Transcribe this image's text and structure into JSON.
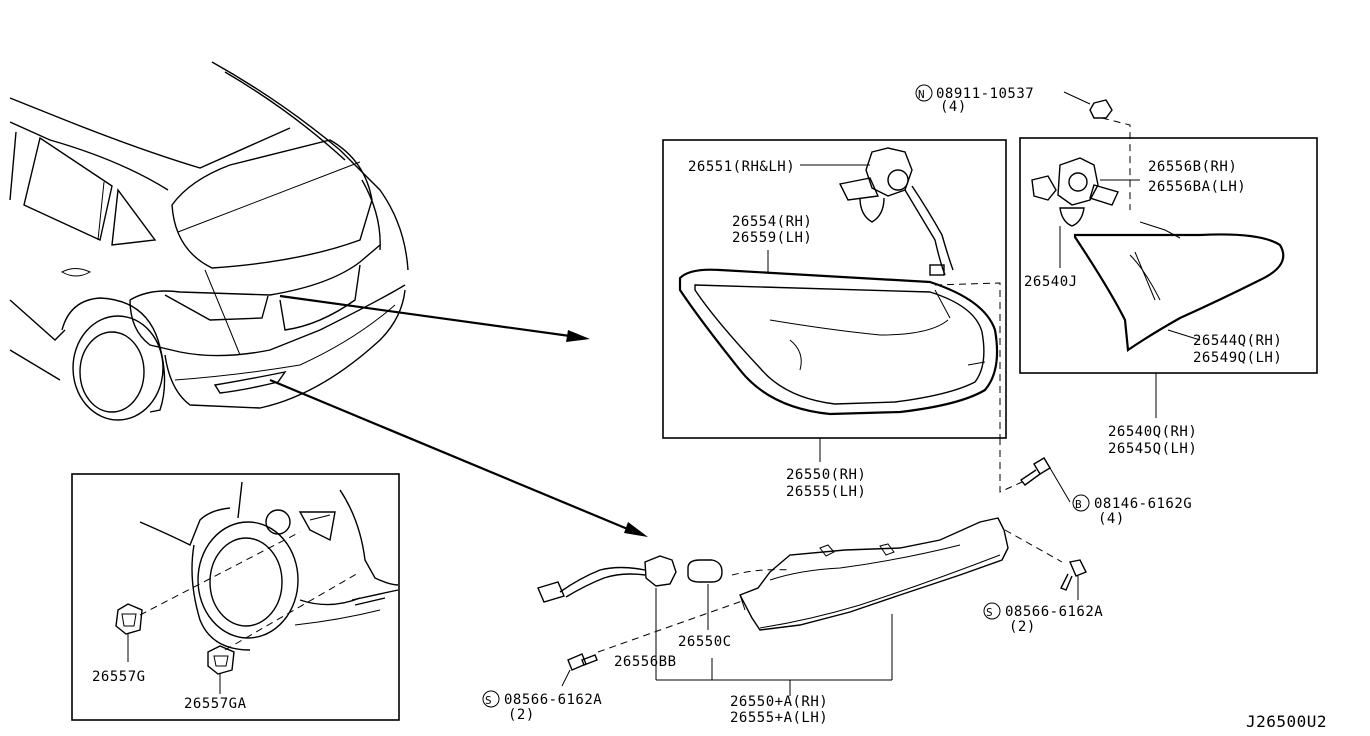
{
  "diagram_code": "J26500U2",
  "labels": {
    "nut_part": "08911-10537",
    "nut_qty": "(4)",
    "nut_symbol": "N",
    "socket_bulb": "26551(RH&LH)",
    "lens_rh": "26554(RH)",
    "lens_lh": "26559(LH)",
    "lamp_rh": "26550(RH)",
    "lamp_lh": "26555(LH)",
    "socket_b_rh": "26556B(RH)",
    "socket_b_lh": "26556BA(LH)",
    "bulb_j": "26540J",
    "lens_q_rh": "26544Q(RH)",
    "lens_q_lh": "26549Q(LH)",
    "lamp_q_rh": "26540Q(RH)",
    "lamp_q_lh": "26545Q(LH)",
    "bolt_part": "08146-6162G",
    "bolt_qty": "(4)",
    "bolt_symbol": "B",
    "screw_right_part": "08566-6162A",
    "screw_right_qty": "(2)",
    "screw_right_symbol": "S",
    "bulb_c": "26550C",
    "socket_bb": "26556BB",
    "refl_rh": "26550+A(RH)",
    "refl_lh": "26555+A(LH)",
    "screw_left_part": "08566-6162A",
    "screw_left_qty": "(2)",
    "screw_left_symbol": "S",
    "clip_g": "26557G",
    "clip_ga": "26557GA"
  }
}
